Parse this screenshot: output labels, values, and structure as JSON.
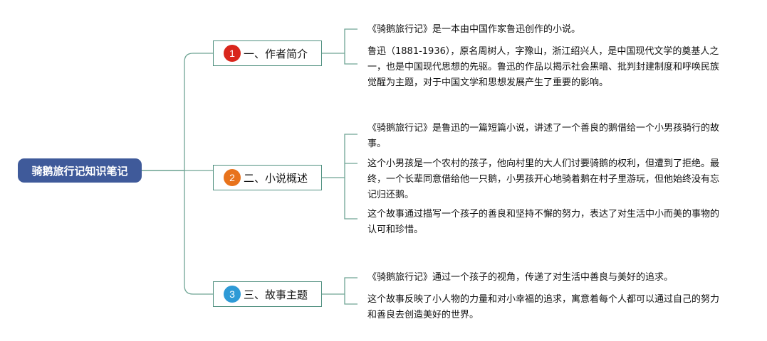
{
  "root": {
    "title": "骑鹅旅行记知识笔记"
  },
  "colors": {
    "root_bg": "#3f5a9a",
    "line": "#6fa595",
    "num1": "#d9261c",
    "num2": "#e8731c",
    "num3": "#2e9ad6"
  },
  "branches": [
    {
      "number": "1",
      "title": "一、作者简介",
      "leaves": [
        "《骑鹅旅行记》是一本由中国作家鲁迅创作的小说。",
        "鲁迅（1881-1936），原名周树人，字豫山，浙江绍兴人，是中国现代文学的奠基人之一，也是中国现代思想的先驱。鲁迅的作品以揭示社会黑暗、批判封建制度和呼唤民族觉醒为主题，对于中国文学和思想发展产生了重要的影响。"
      ]
    },
    {
      "number": "2",
      "title": "二、小说概述",
      "leaves": [
        "《骑鹅旅行记》是鲁迅的一篇短篇小说，讲述了一个善良的鹅借给一个小男孩骑行的故事。",
        "这个小男孩是一个农村的孩子，他向村里的大人们讨要骑鹅的权利，但遭到了拒绝。最终，一个长辈同意借给他一只鹅，小男孩开心地骑着鹅在村子里游玩，但他始终没有忘记归还鹅。",
        "这个故事通过描写一个孩子的善良和坚持不懈的努力，表达了对生活中小而美的事物的认可和珍惜。"
      ]
    },
    {
      "number": "3",
      "title": "三、故事主题",
      "leaves": [
        "《骑鹅旅行记》通过一个孩子的视角，传递了对生活中善良与美好的追求。",
        "这个故事反映了小人物的力量和对小幸福的追求，寓意着每个人都可以通过自己的努力和善良去创造美好的世界。"
      ]
    }
  ]
}
